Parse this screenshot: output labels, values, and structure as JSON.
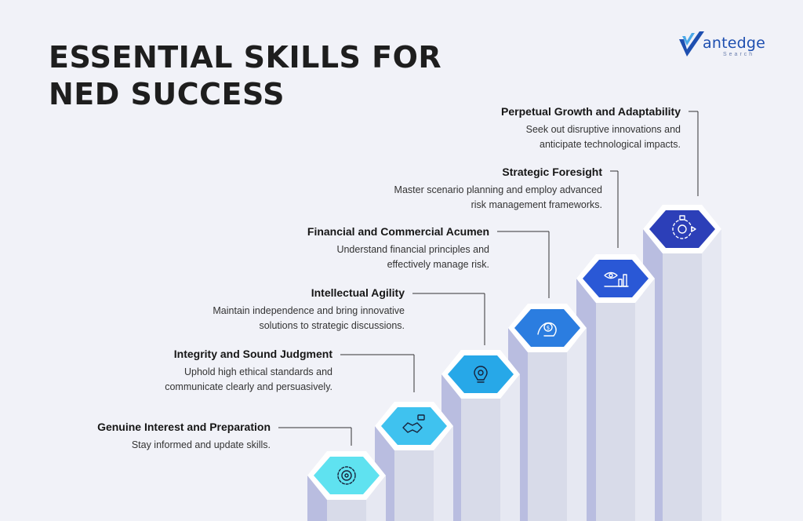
{
  "title": {
    "line1": "ESSENTIAL SKILLS FOR",
    "line2": "NED SUCCESS"
  },
  "logo": {
    "name": "antedge",
    "sub": "Search"
  },
  "colors": {
    "background": "#f1f2f8",
    "stair_front": "#d8dbe9",
    "stair_side": "#b9bde0",
    "hex_rim": "#ffffff",
    "step_colors": [
      "#5fe2f0",
      "#3fc2ef",
      "#27a8e8",
      "#2b7de0",
      "#2a58d6",
      "#2c3fb8"
    ]
  },
  "skills": [
    {
      "title": "Genuine Interest and Preparation",
      "desc": [
        "Stay informed and update skills."
      ],
      "icon": "brain-gear-icon"
    },
    {
      "title": "Integrity and Sound Judgment",
      "desc": [
        "Uphold high ethical standards and",
        "communicate clearly and persuasively."
      ],
      "icon": "handshake-icon"
    },
    {
      "title": "Intellectual Agility",
      "desc": [
        "Maintain independence and bring innovative",
        "solutions to strategic discussions."
      ],
      "icon": "lightbulb-gear-icon"
    },
    {
      "title": "Financial and Commercial Acumen",
      "desc": [
        "Understand financial principles and",
        "effectively manage risk."
      ],
      "icon": "hand-coin-icon"
    },
    {
      "title": "Strategic Foresight",
      "desc": [
        "Master scenario planning and employ advanced",
        "risk management frameworks."
      ],
      "icon": "eye-chart-icon"
    },
    {
      "title": "Perpetual Growth and Adaptability",
      "desc": [
        "Seek out disruptive innovations and",
        "anticipate technological impacts."
      ],
      "icon": "gear-process-icon"
    }
  ]
}
